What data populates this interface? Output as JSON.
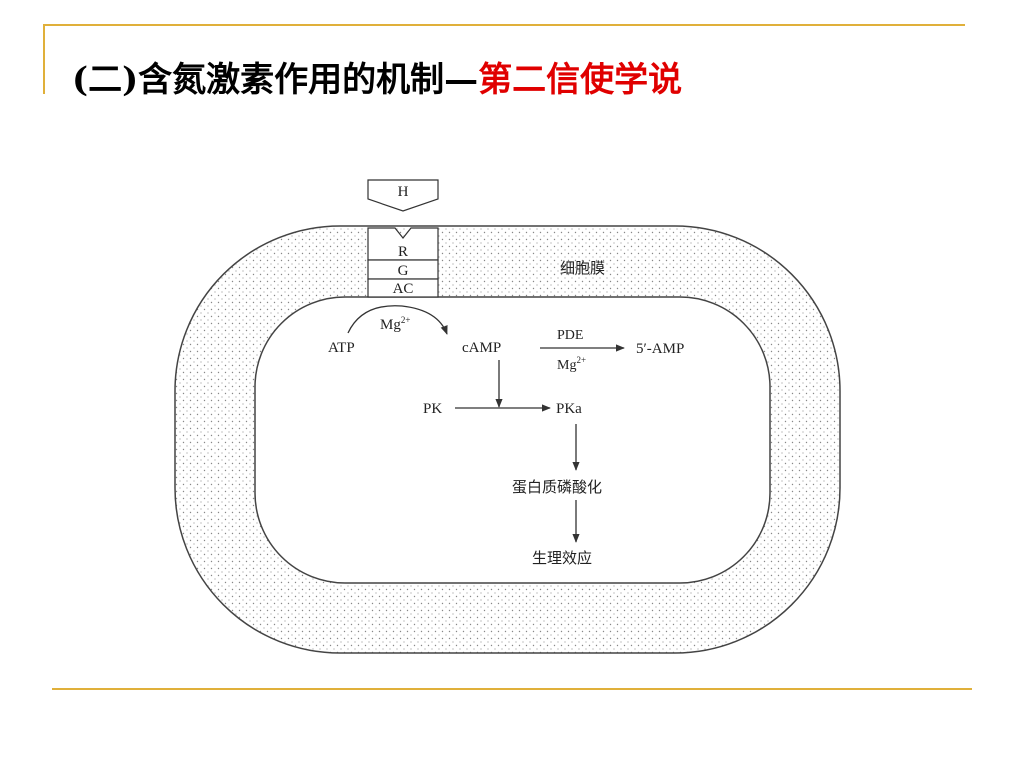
{
  "title": {
    "main": "(二)含氮激素作用的机制—",
    "accent": "第二信使学说"
  },
  "diagram": {
    "hormone": "H",
    "receptor": "R",
    "g_protein": "G",
    "adenylate_cyclase": "AC",
    "membrane_label": "细胞膜",
    "atp": "ATP",
    "mg_ion_1": "Mg",
    "mg_charge_1": "2+",
    "camp": "cAMP",
    "pde": "PDE",
    "mg_ion_2": "Mg",
    "mg_charge_2": "2+",
    "amp": "5′-AMP",
    "pk": "PK",
    "pka": "PKa",
    "phosphorylation": "蛋白质磷酸化",
    "effect": "生理效应"
  },
  "colors": {
    "accent": "#e00000",
    "frame": "#e0b03a"
  }
}
